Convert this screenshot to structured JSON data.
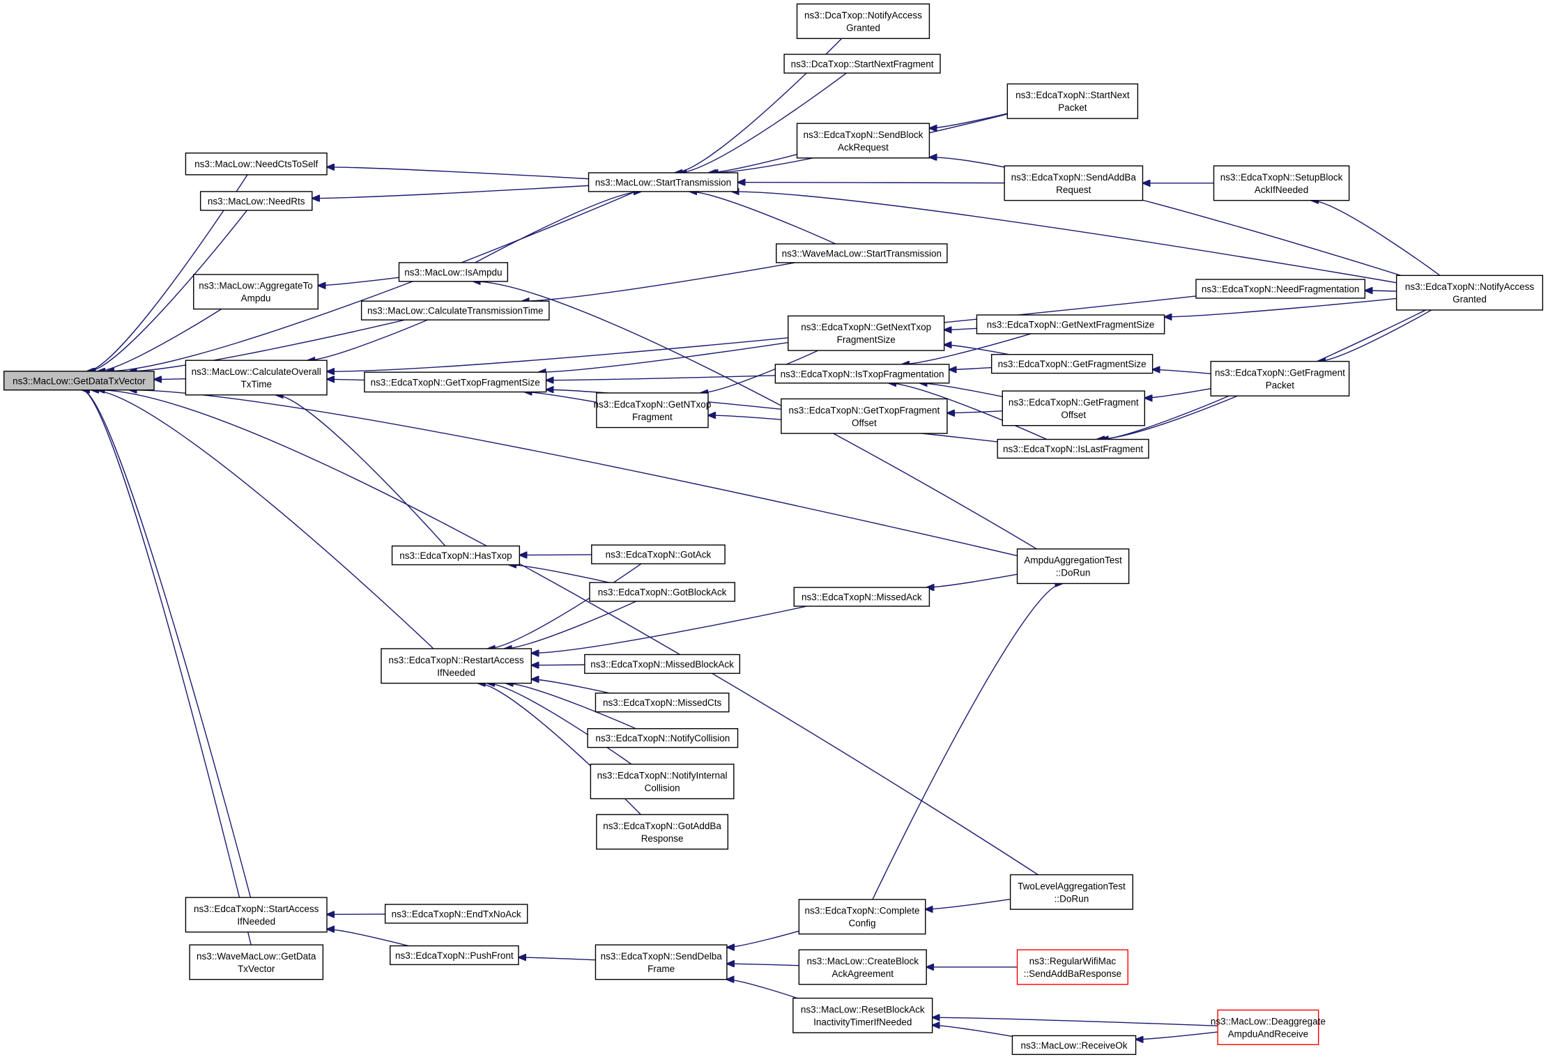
{
  "diagram": {
    "type": "call-graph",
    "root": "getdatatxvector",
    "colors": {
      "edge": "#191970",
      "box_border": "#000000",
      "root_fill": "#bfbfbf",
      "truncated_border": "#ff0000"
    },
    "nodes": [
      {
        "id": "getdatatxvector",
        "lines": [
          "ns3::MacLow::GetDataTxVector"
        ],
        "style": "root"
      },
      {
        "id": "needctstoself",
        "lines": [
          "ns3::MacLow::NeedCtsToSelf"
        ]
      },
      {
        "id": "needrts",
        "lines": [
          "ns3::MacLow::NeedRts"
        ]
      },
      {
        "id": "aggregatetoampdu",
        "lines": [
          "ns3::MacLow::AggregateTo",
          "Ampdu"
        ]
      },
      {
        "id": "calctranstime",
        "lines": [
          "ns3::MacLow::CalculateTransmissionTime"
        ]
      },
      {
        "id": "calcoveralltxtime",
        "lines": [
          "ns3::MacLow::CalculateOverall",
          "TxTime"
        ]
      },
      {
        "id": "starttransmission",
        "lines": [
          "ns3::MacLow::StartTransmission"
        ]
      },
      {
        "id": "isampdu",
        "lines": [
          "ns3::MacLow::IsAmpdu"
        ]
      },
      {
        "id": "dca_notifyaccess",
        "lines": [
          "ns3::DcaTxop::NotifyAccess",
          "Granted"
        ]
      },
      {
        "id": "dca_startnextfrag",
        "lines": [
          "ns3::DcaTxop::StartNextFragment"
        ]
      },
      {
        "id": "sendblockackreq",
        "lines": [
          "ns3::EdcaTxopN::SendBlock",
          "AckRequest"
        ]
      },
      {
        "id": "startnextpacket",
        "lines": [
          "ns3::EdcaTxopN::StartNext",
          "Packet"
        ]
      },
      {
        "id": "sendaddbareq",
        "lines": [
          "ns3::EdcaTxopN::SendAddBa",
          "Request"
        ]
      },
      {
        "id": "setupblockack",
        "lines": [
          "ns3::EdcaTxopN::SetupBlock",
          "AckIfNeeded"
        ]
      },
      {
        "id": "wave_starttrans",
        "lines": [
          "ns3::WaveMacLow::StartTransmission"
        ]
      },
      {
        "id": "needfrag",
        "lines": [
          "ns3::EdcaTxopN::NeedFragmentation"
        ]
      },
      {
        "id": "edca_notifyaccess",
        "lines": [
          "ns3::EdcaTxopN::NotifyAccess",
          "Granted"
        ]
      },
      {
        "id": "getnexttxopfragsize",
        "lines": [
          "ns3::EdcaTxopN::GetNextTxop",
          "FragmentSize"
        ]
      },
      {
        "id": "getnextfragsize",
        "lines": [
          "ns3::EdcaTxopN::GetNextFragmentSize"
        ]
      },
      {
        "id": "gettxopfragsize",
        "lines": [
          "ns3::EdcaTxopN::GetTxopFragmentSize"
        ]
      },
      {
        "id": "istxopfrag",
        "lines": [
          "ns3::EdcaTxopN::IsTxopFragmentation"
        ]
      },
      {
        "id": "getfragsize",
        "lines": [
          "ns3::EdcaTxopN::GetFragmentSize"
        ]
      },
      {
        "id": "getfragpacket",
        "lines": [
          "ns3::EdcaTxopN::GetFragment",
          "Packet"
        ]
      },
      {
        "id": "getntxopfrag",
        "lines": [
          "ns3::EdcaTxopN::GetNTxop",
          "Fragment"
        ]
      },
      {
        "id": "gettxopfragoffset",
        "lines": [
          "ns3::EdcaTxopN::GetTxopFragment",
          "Offset"
        ]
      },
      {
        "id": "getfragoffset",
        "lines": [
          "ns3::EdcaTxopN::GetFragment",
          "Offset"
        ]
      },
      {
        "id": "islastfrag",
        "lines": [
          "ns3::EdcaTxopN::IsLastFragment"
        ]
      },
      {
        "id": "ampdutest",
        "lines": [
          "AmpduAggregationTest",
          "::DoRun"
        ]
      },
      {
        "id": "hastxop",
        "lines": [
          "ns3::EdcaTxopN::HasTxop"
        ]
      },
      {
        "id": "gotack",
        "lines": [
          "ns3::EdcaTxopN::GotAck"
        ]
      },
      {
        "id": "gotblockack",
        "lines": [
          "ns3::EdcaTxopN::GotBlockAck"
        ]
      },
      {
        "id": "missedack",
        "lines": [
          "ns3::EdcaTxopN::MissedAck"
        ]
      },
      {
        "id": "restartaccess",
        "lines": [
          "ns3::EdcaTxopN::RestartAccess",
          "IfNeeded"
        ]
      },
      {
        "id": "missedblockack",
        "lines": [
          "ns3::EdcaTxopN::MissedBlockAck"
        ]
      },
      {
        "id": "missedcts",
        "lines": [
          "ns3::EdcaTxopN::MissedCts"
        ]
      },
      {
        "id": "notifycollision",
        "lines": [
          "ns3::EdcaTxopN::NotifyCollision"
        ]
      },
      {
        "id": "notifyinternalcoll",
        "lines": [
          "ns3::EdcaTxopN::NotifyInternal",
          "Collision"
        ]
      },
      {
        "id": "gotaddbaresp",
        "lines": [
          "ns3::EdcaTxopN::GotAddBa",
          "Response"
        ]
      },
      {
        "id": "twoleveltest",
        "lines": [
          "TwoLevelAggregationTest",
          "::DoRun"
        ]
      },
      {
        "id": "startaccess",
        "lines": [
          "ns3::EdcaTxopN::StartAccess",
          "IfNeeded"
        ]
      },
      {
        "id": "endtxnoack",
        "lines": [
          "ns3::EdcaTxopN::EndTxNoAck"
        ]
      },
      {
        "id": "completeconfig",
        "lines": [
          "ns3::EdcaTxopN::Complete",
          "Config"
        ]
      },
      {
        "id": "wave_getdatatx",
        "lines": [
          "ns3::WaveMacLow::GetData",
          "TxVector"
        ]
      },
      {
        "id": "pushfront",
        "lines": [
          "ns3::EdcaTxopN::PushFront"
        ]
      },
      {
        "id": "senddelba",
        "lines": [
          "ns3::EdcaTxopN::SendDelba",
          "Frame"
        ]
      },
      {
        "id": "createblockack",
        "lines": [
          "ns3::MacLow::CreateBlock",
          "AckAgreement"
        ]
      },
      {
        "id": "sendaddbaresp",
        "lines": [
          "ns3::RegularWifiMac",
          "::SendAddBaResponse"
        ],
        "style": "red"
      },
      {
        "id": "resetblockack",
        "lines": [
          "ns3::MacLow::ResetBlockAck",
          "InactivityTimerIfNeeded"
        ]
      },
      {
        "id": "receiveok",
        "lines": [
          "ns3::MacLow::ReceiveOk"
        ]
      },
      {
        "id": "deaggregate",
        "lines": [
          "ns3::MacLow::Deaggregate",
          "AmpduAndReceive"
        ],
        "style": "red"
      }
    ],
    "edges": [
      {
        "from": "needctstoself",
        "to": "getdatatxvector"
      },
      {
        "from": "needrts",
        "to": "getdatatxvector"
      },
      {
        "from": "starttransmission",
        "to": "getdatatxvector"
      },
      {
        "from": "aggregatetoampdu",
        "to": "getdatatxvector"
      },
      {
        "from": "calctranstime",
        "to": "getdatatxvector"
      },
      {
        "from": "calcoveralltxtime",
        "to": "getdatatxvector"
      },
      {
        "from": "ampdutest",
        "to": "getdatatxvector"
      },
      {
        "from": "restartaccess",
        "to": "getdatatxvector"
      },
      {
        "from": "twoleveltest",
        "to": "getdatatxvector"
      },
      {
        "from": "startaccess",
        "to": "getdatatxvector"
      },
      {
        "from": "wave_getdatatx",
        "to": "getdatatxvector"
      },
      {
        "from": "starttransmission",
        "to": "needctstoself"
      },
      {
        "from": "starttransmission",
        "to": "needrts"
      },
      {
        "from": "isampdu",
        "to": "aggregatetoampdu"
      },
      {
        "from": "wave_starttrans",
        "to": "calctranstime"
      },
      {
        "from": "calctranstime",
        "to": "calcoveralltxtime"
      },
      {
        "from": "needfrag",
        "to": "calcoveralltxtime"
      },
      {
        "from": "gettxopfragsize",
        "to": "calcoveralltxtime"
      },
      {
        "from": "hastxop",
        "to": "calcoveralltxtime"
      },
      {
        "from": "dca_notifyaccess",
        "to": "starttransmission"
      },
      {
        "from": "dca_startnextfrag",
        "to": "starttransmission"
      },
      {
        "from": "startnextpacket",
        "to": "starttransmission"
      },
      {
        "from": "sendblockackreq",
        "to": "starttransmission"
      },
      {
        "from": "sendaddbareq",
        "to": "starttransmission"
      },
      {
        "from": "edca_notifyaccess",
        "to": "starttransmission"
      },
      {
        "from": "wave_starttrans",
        "to": "starttransmission"
      },
      {
        "from": "isampdu",
        "to": "starttransmission"
      },
      {
        "from": "ampdutest",
        "to": "isampdu"
      },
      {
        "from": "startnextpacket",
        "to": "sendblockackreq"
      },
      {
        "from": "edca_notifyaccess",
        "to": "sendblockackreq"
      },
      {
        "from": "setupblockack",
        "to": "sendaddbareq"
      },
      {
        "from": "edca_notifyaccess",
        "to": "setupblockack"
      },
      {
        "from": "edca_notifyaccess",
        "to": "needfrag"
      },
      {
        "from": "getnexttxopfragsize",
        "to": "gettxopfragsize"
      },
      {
        "from": "istxopfrag",
        "to": "gettxopfragsize"
      },
      {
        "from": "getntxopfrag",
        "to": "gettxopfragsize"
      },
      {
        "from": "gettxopfragoffset",
        "to": "gettxopfragsize"
      },
      {
        "from": "getnextfragsize",
        "to": "getnexttxopfragsize"
      },
      {
        "from": "getfragsize",
        "to": "getnexttxopfragsize"
      },
      {
        "from": "edca_notifyaccess",
        "to": "getnextfragsize"
      },
      {
        "from": "getnextfragsize",
        "to": "istxopfrag"
      },
      {
        "from": "getfragsize",
        "to": "istxopfrag"
      },
      {
        "from": "getfragoffset",
        "to": "istxopfrag"
      },
      {
        "from": "islastfrag",
        "to": "istxopfrag"
      },
      {
        "from": "getfragpacket",
        "to": "getfragsize"
      },
      {
        "from": "getfragpacket",
        "to": "getfragoffset"
      },
      {
        "from": "edca_notifyaccess",
        "to": "getfragpacket"
      },
      {
        "from": "getnexttxopfragsize",
        "to": "getntxopfrag"
      },
      {
        "from": "islastfrag",
        "to": "getntxopfrag"
      },
      {
        "from": "getfragoffset",
        "to": "gettxopfragoffset"
      },
      {
        "from": "getfragpacket",
        "to": "islastfrag"
      },
      {
        "from": "edca_notifyaccess",
        "to": "islastfrag"
      },
      {
        "from": "gotack",
        "to": "hastxop"
      },
      {
        "from": "gotblockack",
        "to": "hastxop"
      },
      {
        "from": "gotack",
        "to": "restartaccess"
      },
      {
        "from": "gotblockack",
        "to": "restartaccess"
      },
      {
        "from": "missedack",
        "to": "restartaccess"
      },
      {
        "from": "missedblockack",
        "to": "restartaccess"
      },
      {
        "from": "missedcts",
        "to": "restartaccess"
      },
      {
        "from": "notifycollision",
        "to": "restartaccess"
      },
      {
        "from": "notifyinternalcoll",
        "to": "restartaccess"
      },
      {
        "from": "gotaddbaresp",
        "to": "restartaccess"
      },
      {
        "from": "ampdutest",
        "to": "missedack"
      },
      {
        "from": "completeconfig",
        "to": "ampdutest"
      },
      {
        "from": "twoleveltest",
        "to": "completeconfig"
      },
      {
        "from": "endtxnoack",
        "to": "startaccess"
      },
      {
        "from": "pushfront",
        "to": "startaccess"
      },
      {
        "from": "senddelba",
        "to": "pushfront"
      },
      {
        "from": "completeconfig",
        "to": "senddelba"
      },
      {
        "from": "createblockack",
        "to": "senddelba"
      },
      {
        "from": "resetblockack",
        "to": "senddelba"
      },
      {
        "from": "sendaddbaresp",
        "to": "createblockack"
      },
      {
        "from": "deaggregate",
        "to": "resetblockack"
      },
      {
        "from": "receiveok",
        "to": "resetblockack"
      },
      {
        "from": "deaggregate",
        "to": "receiveok"
      }
    ]
  }
}
